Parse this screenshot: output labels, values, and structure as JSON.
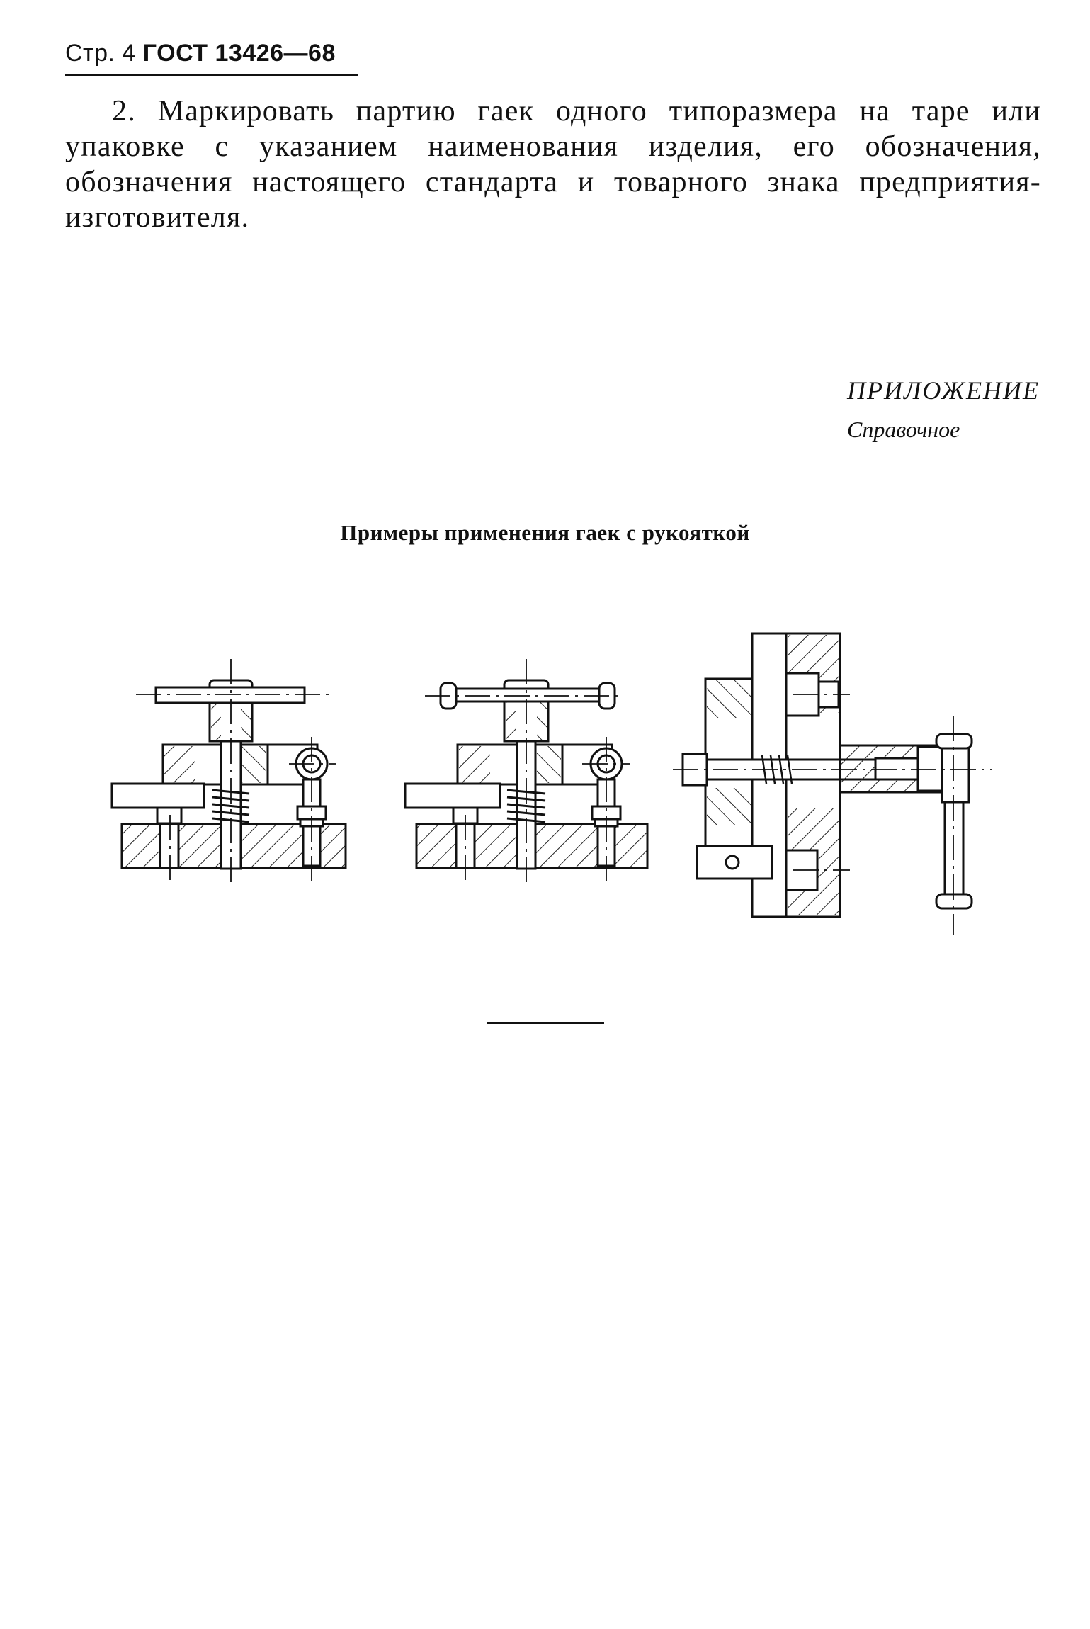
{
  "header": {
    "page_label": "Стр. 4",
    "standard": "ГОСТ 13426—68"
  },
  "body": {
    "paragraph": "2. Маркировать партию гаек одного типоразмера на таре или упаковке с указанием наименования изделия, его обозначения, обозначения настоящего стандарта и товарного знака предприятия-изготовителя."
  },
  "appendix": {
    "title": "ПРИЛОЖЕНИЕ",
    "subtitle": "Справочное"
  },
  "figure": {
    "title": "Примеры применения гаек с рукояткой"
  }
}
